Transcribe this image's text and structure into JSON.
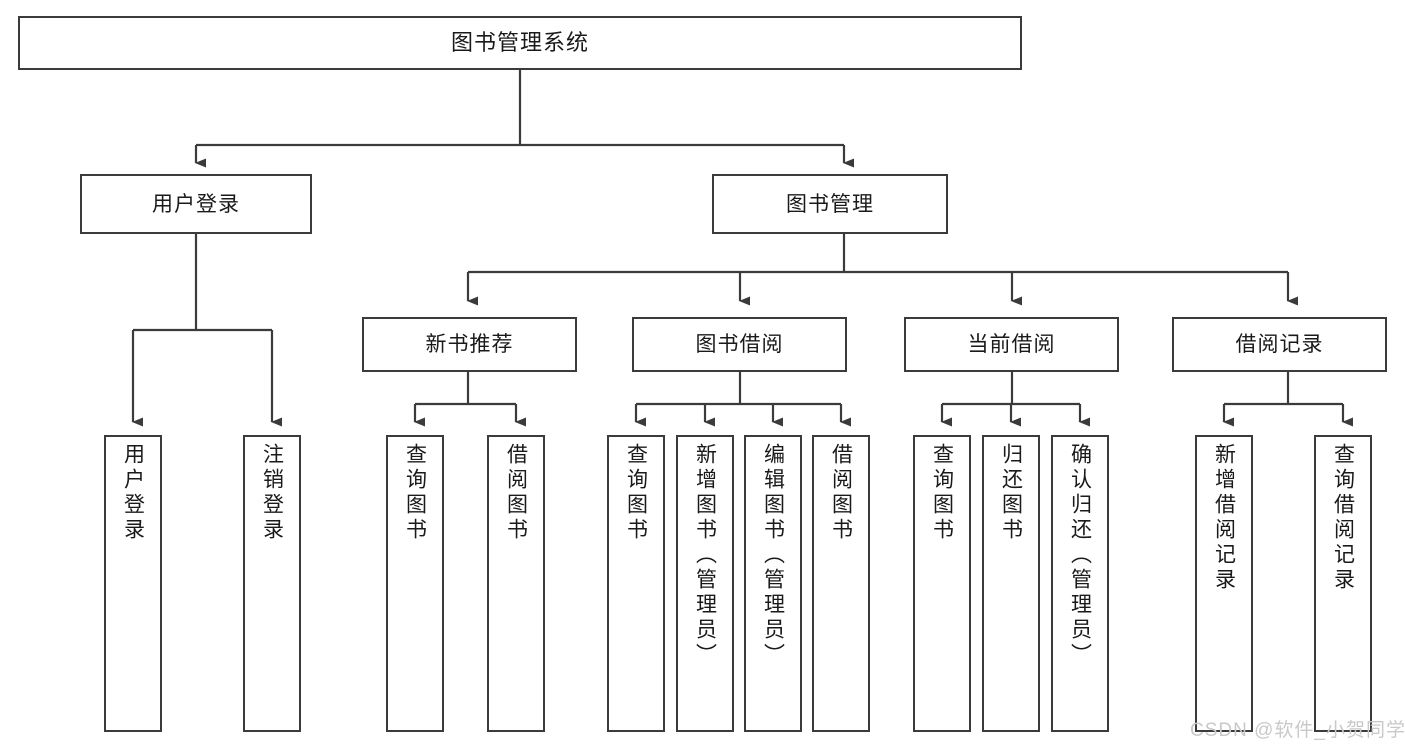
{
  "diagram": {
    "title": "图书管理系统",
    "type": "tree-hierarchy",
    "root": {
      "label": "图书管理系统"
    },
    "level2": [
      {
        "label": "用户登录"
      },
      {
        "label": "图书管理"
      }
    ],
    "level3": [
      {
        "label": "新书推荐"
      },
      {
        "label": "图书借阅"
      },
      {
        "label": "当前借阅"
      },
      {
        "label": "借阅记录"
      }
    ],
    "leaves": {
      "user_login": [
        {
          "label": "用户登录"
        },
        {
          "label": "注销登录"
        }
      ],
      "new_book_recommend": [
        {
          "label": "查询图书"
        },
        {
          "label": "借阅图书"
        }
      ],
      "book_borrow": [
        {
          "label": "查询图书"
        },
        {
          "label": "新增图书（管理员）"
        },
        {
          "label": "编辑图书（管理员）"
        },
        {
          "label": "借阅图书"
        }
      ],
      "current_borrow": [
        {
          "label": "查询图书"
        },
        {
          "label": "归还图书"
        },
        {
          "label": "确认归还（管理员）"
        }
      ],
      "borrow_record": [
        {
          "label": "新增借阅记录"
        },
        {
          "label": "查询借阅记录"
        }
      ]
    },
    "watermark": "CSDN @软件_小贺同学",
    "colors": {
      "stroke": "#3b3b3b",
      "fill": "#ffffff",
      "text": "#1a1a1a",
      "watermark": "#c9c9c9"
    }
  }
}
